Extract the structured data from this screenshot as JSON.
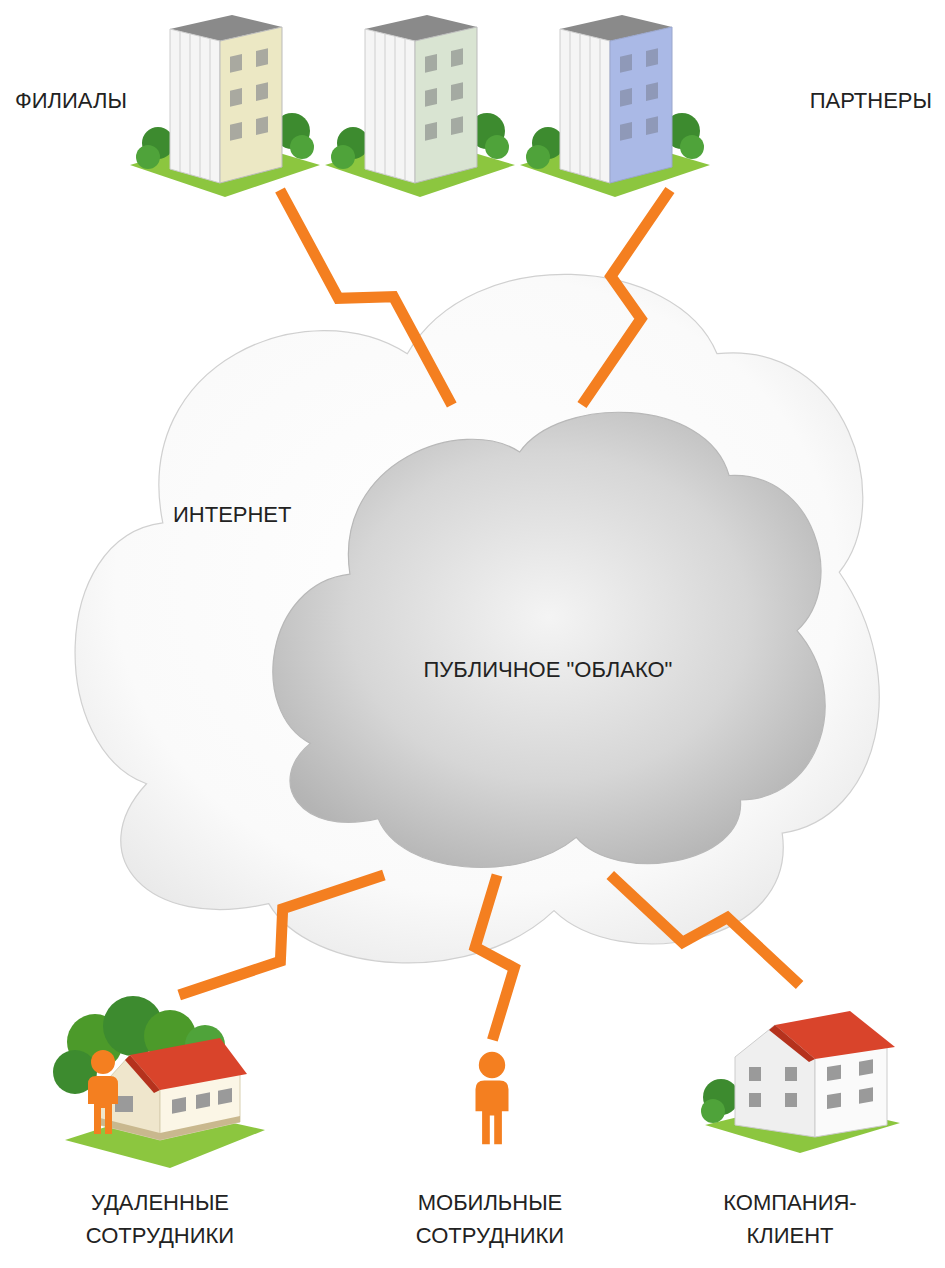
{
  "diagram": {
    "nodes": [
      {
        "text": [
          "ФИЛИАЛЫ"
        ]
      },
      {
        "text": [
          "ПАРТНЕРЫ"
        ]
      },
      {
        "text": [
          "ИНТЕРНЕТ"
        ]
      },
      {
        "text": [
          "ПУБЛИЧНОЕ \"ОБЛАКО\""
        ],
        "in": 2
      },
      {
        "text": [
          "УДАЛЕННЫЕ СОТРУДНИКИ"
        ]
      },
      {
        "text": [
          "МОБИЛЬНЫЕ СОТРУДНИКИ"
        ]
      },
      {
        "text": [
          "КОМПАНИЯ- КЛИЕНТ"
        ]
      }
    ],
    "edges": [
      {
        "from": 0,
        "to": 3,
        "arrow": "none"
      },
      {
        "from": 1,
        "to": 3,
        "arrow": "none"
      },
      {
        "from": 3,
        "to": 4,
        "arrow": "none"
      },
      {
        "from": 3,
        "to": 5,
        "arrow": "none"
      },
      {
        "from": 3,
        "to": 6,
        "arrow": "none"
      }
    ]
  }
}
